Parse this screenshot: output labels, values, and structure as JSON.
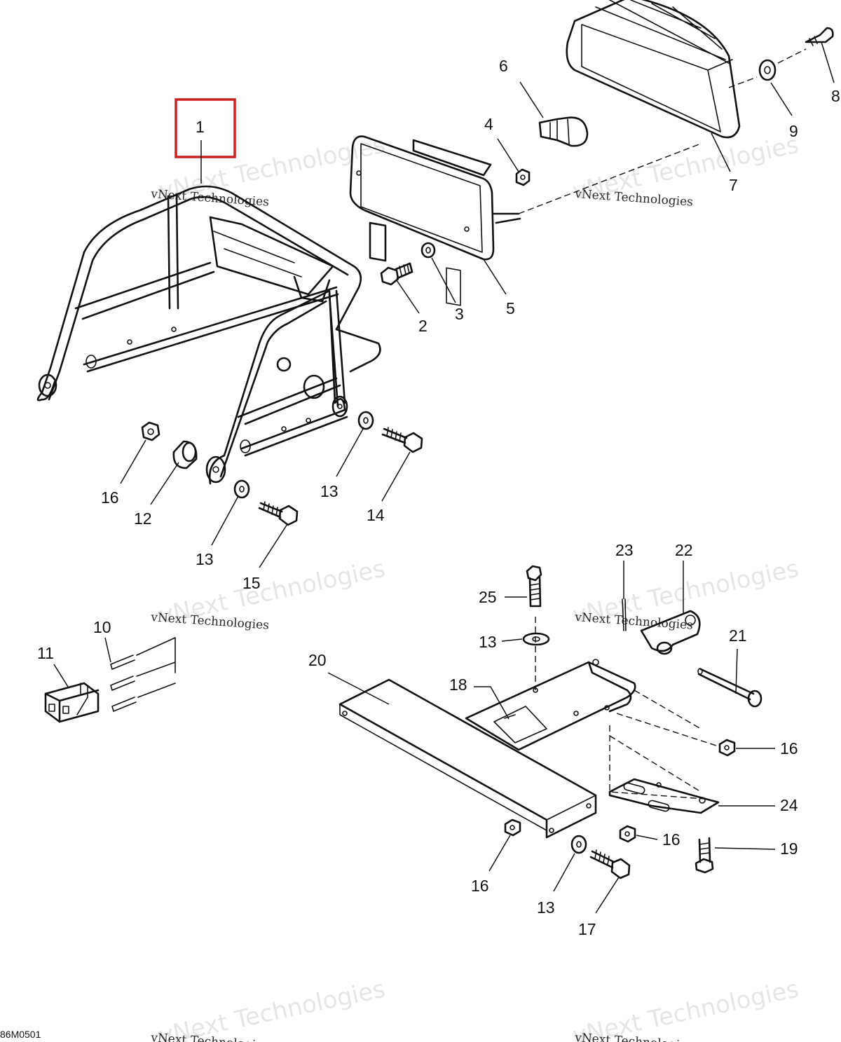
{
  "diagram": {
    "code": "86M0501",
    "highlight_color": "#cc1f1f",
    "highlighted_part": "1",
    "watermark": {
      "large_text": "vNext Technologies",
      "small_text": "vNext Technologies"
    },
    "callouts": [
      {
        "id": "c1",
        "label": "1"
      },
      {
        "id": "c2",
        "label": "2"
      },
      {
        "id": "c3",
        "label": "3"
      },
      {
        "id": "c4",
        "label": "4"
      },
      {
        "id": "c5",
        "label": "5"
      },
      {
        "id": "c6",
        "label": "6"
      },
      {
        "id": "c7",
        "label": "7"
      },
      {
        "id": "c8",
        "label": "8"
      },
      {
        "id": "c9",
        "label": "9"
      },
      {
        "id": "c10",
        "label": "10"
      },
      {
        "id": "c11",
        "label": "11"
      },
      {
        "id": "c12",
        "label": "12"
      },
      {
        "id": "c13a",
        "label": "13"
      },
      {
        "id": "c13b",
        "label": "13"
      },
      {
        "id": "c13c",
        "label": "13"
      },
      {
        "id": "c13d",
        "label": "13"
      },
      {
        "id": "c14",
        "label": "14"
      },
      {
        "id": "c15",
        "label": "15"
      },
      {
        "id": "c16a",
        "label": "16"
      },
      {
        "id": "c16b",
        "label": "16"
      },
      {
        "id": "c16c",
        "label": "16"
      },
      {
        "id": "c16d",
        "label": "16"
      },
      {
        "id": "c17",
        "label": "17"
      },
      {
        "id": "c18",
        "label": "18"
      },
      {
        "id": "c19",
        "label": "19"
      },
      {
        "id": "c20",
        "label": "20"
      },
      {
        "id": "c21",
        "label": "21"
      },
      {
        "id": "c22",
        "label": "22"
      },
      {
        "id": "c23",
        "label": "23"
      },
      {
        "id": "c24",
        "label": "24"
      },
      {
        "id": "c25",
        "label": "25"
      }
    ]
  }
}
